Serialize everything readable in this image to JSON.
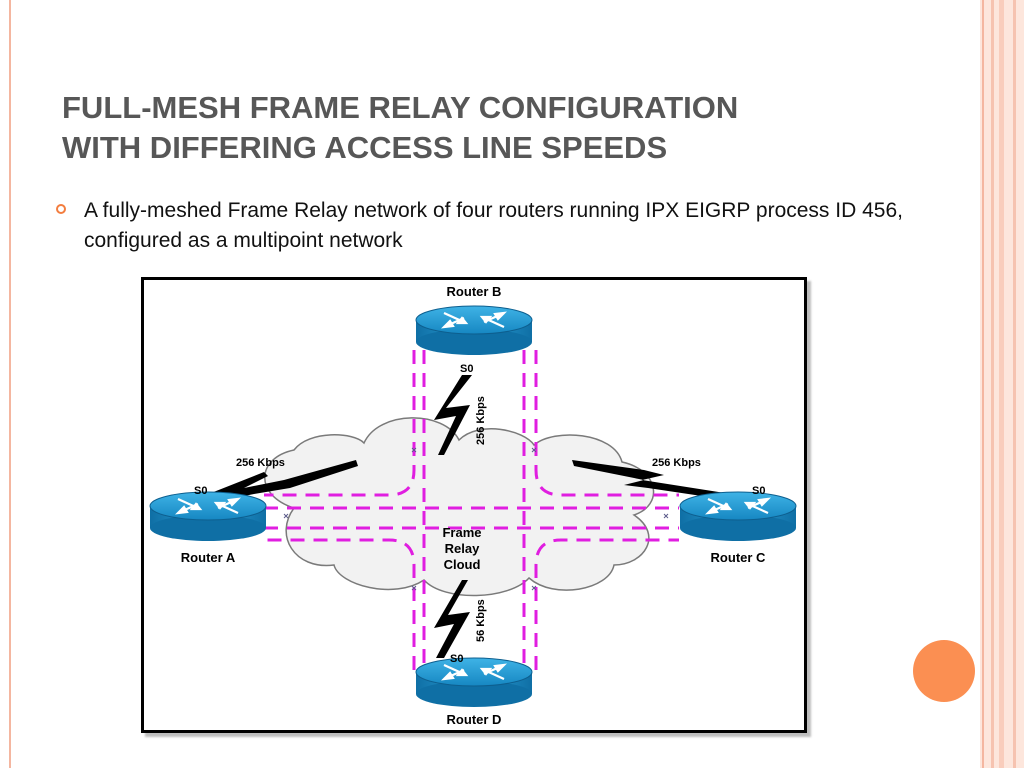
{
  "slide": {
    "title_line1": "FULL-MESH FRAME RELAY CONFIGURATION",
    "title_line2": "WITH DIFFERING ACCESS LINE SPEEDS",
    "bullet_text": "A fully-meshed Frame Relay network of four routers running IPX EIGRP process ID 456, configured as a multipoint network"
  },
  "diagram": {
    "router_a_label": "Router A",
    "router_b_label": "Router B",
    "router_c_label": "Router C",
    "router_d_label": "Router D",
    "port_a": "S0",
    "port_b": "S0",
    "port_c": "S0",
    "port_d": "S0",
    "speed_a": "256 Kbps",
    "speed_b": "256 Kbps",
    "speed_c": "256 Kbps",
    "speed_d": "56 Kbps",
    "cloud_line1": "Frame",
    "cloud_line2": "Relay",
    "cloud_line3": "Cloud"
  },
  "colors": {
    "title": "#575757",
    "accent": "#f37d3f",
    "pvc_dash": "#e01ee0",
    "router": "#1a8fc4"
  }
}
